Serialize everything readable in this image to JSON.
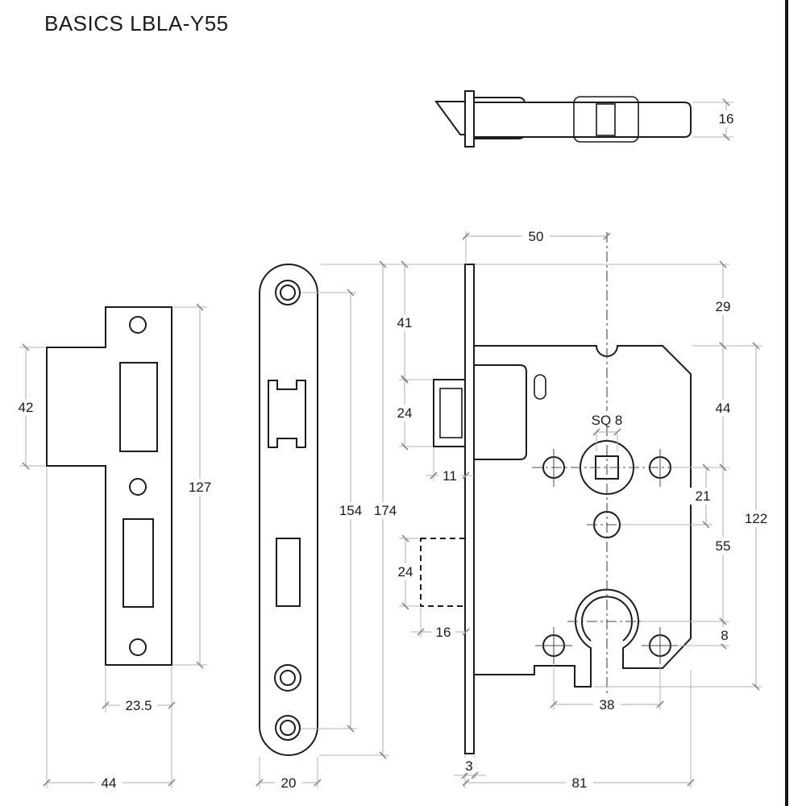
{
  "title": "BASICS LBLA-Y55",
  "dims": {
    "plan_height": "16",
    "strike_lip_height": "42",
    "strike_height": "127",
    "strike_plate_width": "23.5",
    "strike_total_width": "44",
    "face_screw_span": "154",
    "face_total_height": "174",
    "face_width": "20",
    "backset": "50",
    "top_to_case": "29",
    "latch_offset": "41",
    "latch_height": "24",
    "latch_projection": "11",
    "case_to_spindle": "44",
    "spindle_square": "SQ 8",
    "spindle_to_hole": "21",
    "spindle_to_cylinder": "55",
    "case_height": "122",
    "deadbolt_height": "24",
    "deadbolt_projection": "16",
    "cylinder_to_hole": "8",
    "bottom_hole_span": "38",
    "faceplate_thickness": "3",
    "case_depth": "81"
  }
}
